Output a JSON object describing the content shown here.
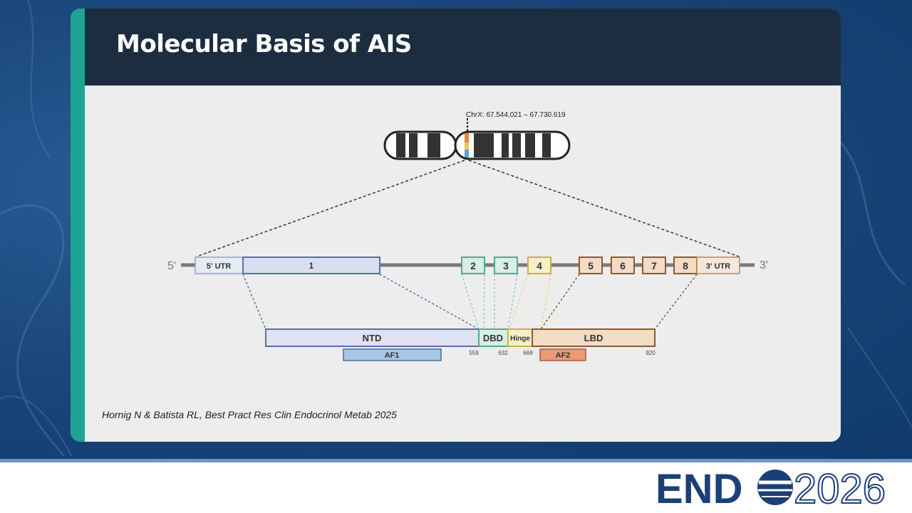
{
  "slide": {
    "title": "Molecular Basis of AIS",
    "citation": "Hornig N & Batista RL, Best Pract Res Clin Endocrinol Metab 2025"
  },
  "chromosome": {
    "locus_label": "ChrX: 67.544.021 – 67.730.619"
  },
  "gene": {
    "five_prime": "5'",
    "three_prime": "3'",
    "segments": [
      {
        "label": "5' UTR"
      },
      {
        "label": "1"
      },
      {
        "label": "2"
      },
      {
        "label": "3"
      },
      {
        "label": "4"
      },
      {
        "label": "5"
      },
      {
        "label": "6"
      },
      {
        "label": "7"
      },
      {
        "label": "8"
      },
      {
        "label": "3' UTR"
      }
    ]
  },
  "protein": {
    "domains": [
      {
        "label": "NTD"
      },
      {
        "label": "DBD"
      },
      {
        "label": "Hinge"
      },
      {
        "label": "LBD"
      }
    ],
    "subdomains": [
      {
        "label": "AF1"
      },
      {
        "label": "AF2"
      }
    ],
    "positions": [
      "559",
      "632",
      "668",
      "920"
    ]
  },
  "logo": {
    "text_left": "END",
    "text_right": "2026"
  },
  "colors": {
    "card_accent": "#1fa392",
    "header_bg": "#1c2d40",
    "exon1_blue": "#5b6ea8",
    "dbd_green": "#5aa88a",
    "hinge_yellow": "#c9b04a",
    "lbd_brown": "#8e5a2e",
    "logo_blue": "#1b3f78"
  }
}
